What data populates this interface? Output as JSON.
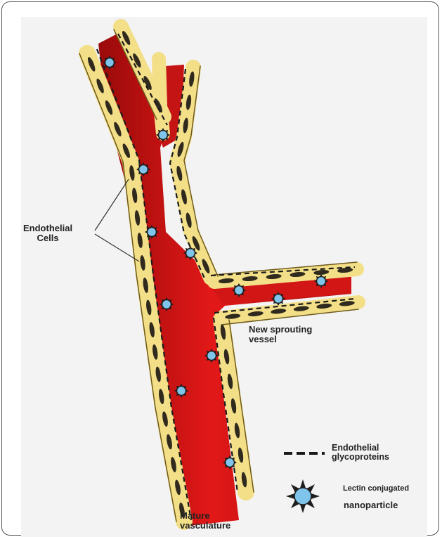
{
  "labels": {
    "endothelial_cells_1": "Endothelial",
    "endothelial_cells_2": "Cells",
    "new_sprouting_1": "New sprouting",
    "new_sprouting_2": "vessel",
    "mature_1": "Mature",
    "mature_2": "vasculature"
  },
  "legend": {
    "glycoproteins_1": "Endothelial",
    "glycoproteins_2": "glycoproteins",
    "nanoparticle_1": "Lectin conjugated",
    "nanoparticle_2": "nanoparticle"
  },
  "colors": {
    "vessel": "#cc1111",
    "vessel_dark": "#8a0808",
    "cell": "#f2de8c",
    "nucleus": "#2f2a1d",
    "nanoparticle": "#7fc4ea"
  }
}
